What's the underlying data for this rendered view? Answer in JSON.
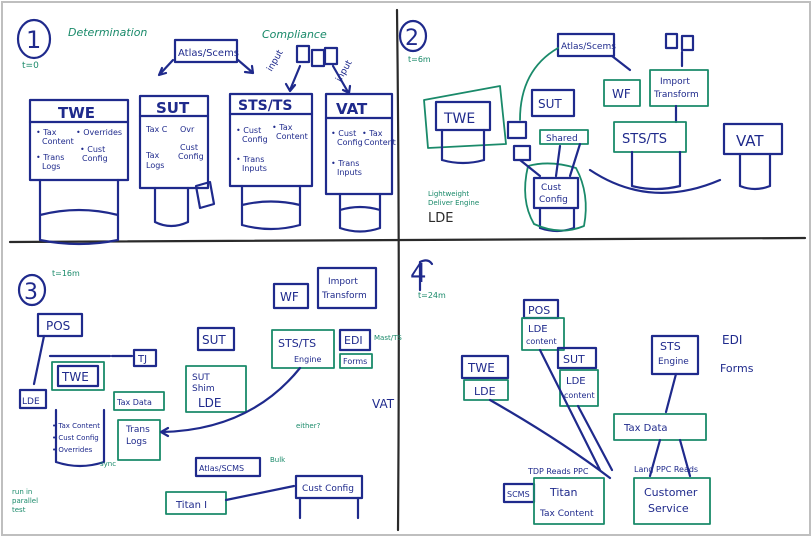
{
  "colors": {
    "board": "#ffffff",
    "blue_marker": "#1f2a8c",
    "green_marker": "#1a8a6a",
    "black_marker": "#2a2a2a"
  },
  "q1": {
    "number": "1",
    "title": "Determination",
    "time": "t=0",
    "compliance": "Compliance",
    "atlas": "Atlas/Scems",
    "input1": "input",
    "input2": "input",
    "twe": {
      "title": "TWE",
      "b1": "• Tax",
      "b1b": "Content",
      "b2": "• Overrides",
      "b3": "• Trans",
      "b3b": "Logs",
      "b4": "• Cust",
      "b4b": "Config"
    },
    "sut": {
      "title": "SUT",
      "l1": "Tax C",
      "l2": "Ovr",
      "l3": "Tax",
      "l3b": "Logs",
      "l4": "Cust",
      "l4b": "Config"
    },
    "sts": {
      "title": "STS/TS",
      "l1": "• Cust",
      "l1b": "Config",
      "l2": "• Tax",
      "l2b": "Content",
      "l3": "• Trans",
      "l3b": "Inputs"
    },
    "vat": {
      "title": "VAT",
      "l1": "• Cust",
      "l1b": "Config",
      "l2": "• Tax",
      "l2b": "Content",
      "l3": "• Trans",
      "l3b": "Inputs"
    }
  },
  "q2": {
    "number": "2",
    "time": "t=6m",
    "atlas": "Atlas/Scems",
    "twe": "TWE",
    "sut": "SUT",
    "wf": "WF",
    "import": "Import",
    "transform": "Transform",
    "sts": "STS/TS",
    "vat": "VAT",
    "shared": "Shared",
    "cust": "Cust",
    "config": "Config",
    "note1": "Lightweight",
    "note2": "Deliver Engine",
    "lde": "LDE"
  },
  "q3": {
    "number": "3",
    "time": "t=16m",
    "pos": "POS",
    "tj": "TJ",
    "twe": "TWE",
    "sut": "SUT",
    "wf": "WF",
    "import": "Import",
    "transform": "Transform",
    "sts": "STS/TS",
    "edi": "EDI",
    "engine": "Engine",
    "forms": "Forms",
    "mast": "Mast/TS",
    "sut_shim": "SUT",
    "shim": "Shim",
    "lde": "LDE",
    "lde_small": "LDE",
    "tax_data": "Tax Data",
    "trans": "Trans",
    "logs": "Logs",
    "b1": "• Tax Content",
    "b2": "• Cust Config",
    "b3": "• Overrides",
    "sync": "sync",
    "vat": "VAT",
    "either": "either?",
    "atlas": "Atlas/SCMS",
    "cust_config": "Cust Config",
    "bulk": "Bulk",
    "titan": "Titan I",
    "note1": "run in",
    "note2": "parallel",
    "note3": "test"
  },
  "q4": {
    "number": "4",
    "time": "t=24m",
    "pos": "POS",
    "lde": "LDE",
    "content": "content",
    "twe": "TWE",
    "twe_lde": "LDE",
    "sut": "SUT",
    "sut_lde": "LDE",
    "sut_content": "content",
    "sts": "STS",
    "engine": "Engine",
    "edi": "EDI",
    "forms": "Forms",
    "tax_data": "Tax Data",
    "tdp": "TDP Reads PPC",
    "lang": "Lang PPC Reads",
    "scms": "SCMS",
    "titan": "Titan",
    "tax_content": "Tax Content",
    "customer": "Customer",
    "service": "Service"
  }
}
